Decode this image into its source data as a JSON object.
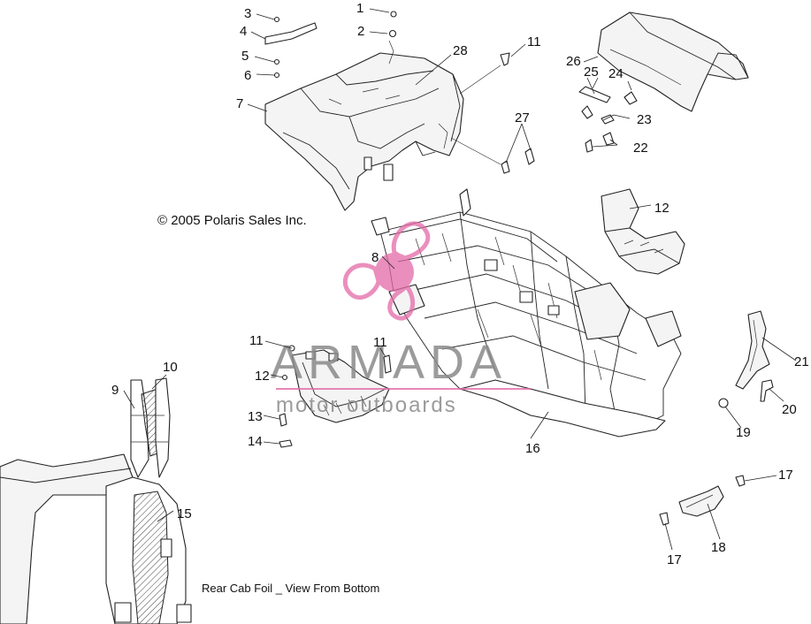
{
  "copyright": "© 2005 Polaris Sales Inc.",
  "view_caption": "Rear Cab Foil _ View From Bottom",
  "watermark": {
    "brand": "ARMADA",
    "tagline": "motor outboards",
    "colors": {
      "pink": "#e46aa8",
      "gray": "#8a8a8a"
    }
  },
  "callouts": {
    "n1": "1",
    "n2": "2",
    "n3": "3",
    "n4": "4",
    "n5": "5",
    "n6": "6",
    "n7": "7",
    "n8": "8",
    "n9": "9",
    "n10": "10",
    "n11a": "11",
    "n11b": "11",
    "n11c": "11",
    "n12a": "12",
    "n12b": "12",
    "n13": "13",
    "n14": "14",
    "n15": "15",
    "n16": "16",
    "n17a": "17",
    "n17b": "17",
    "n18": "18",
    "n19": "19",
    "n20": "20",
    "n21": "21",
    "n22": "22",
    "n23": "23",
    "n24": "24",
    "n25": "25",
    "n26": "26",
    "n27": "27",
    "n28": "28"
  }
}
